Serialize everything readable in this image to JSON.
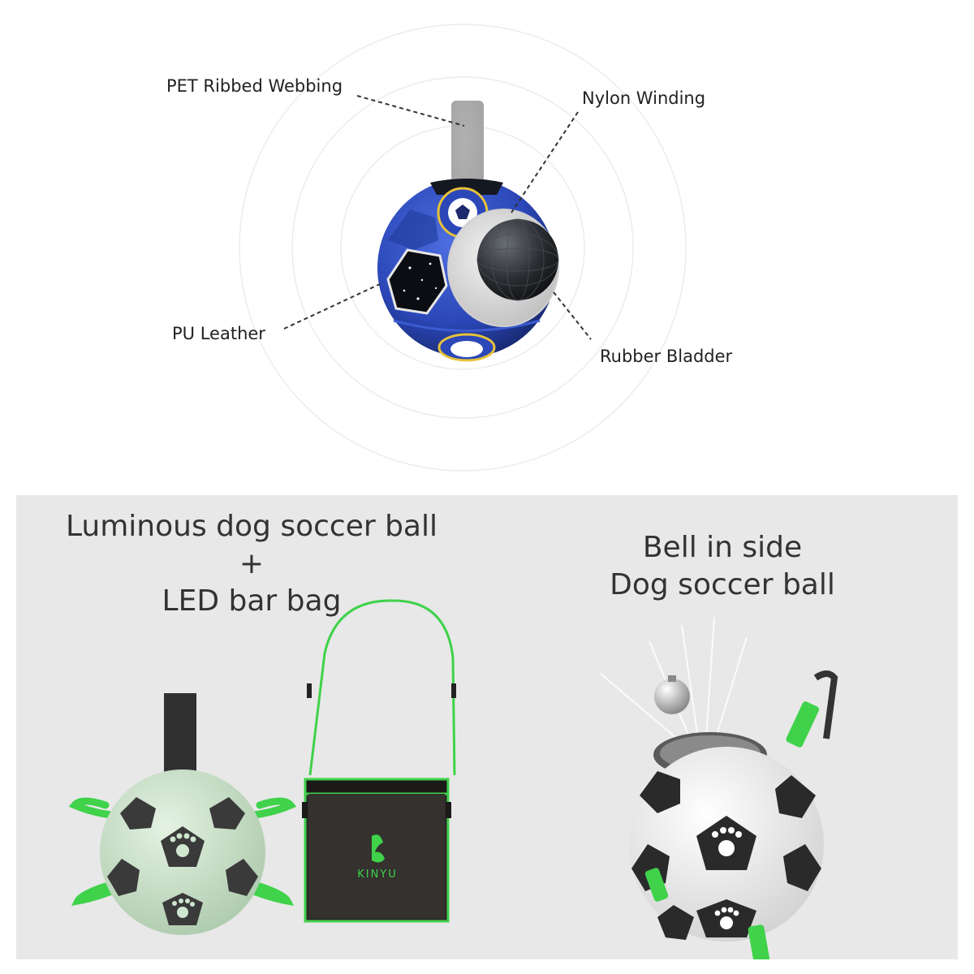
{
  "diagram": {
    "labels": {
      "pet_webbing": "PET Ribbed Webbing",
      "nylon_winding": "Nylon Winding",
      "pu_leather": "PU Leather",
      "rubber_bladder": "Rubber Bladder"
    }
  },
  "products": {
    "luminous": {
      "line1": "Luminous dog soccer ball",
      "line2": "+",
      "line3": "LED bar bag",
      "bag_brand": "KINYU"
    },
    "bell": {
      "line1": "Bell in side",
      "line2": "Dog soccer ball"
    }
  },
  "colors": {
    "ball_blue": "#2b47b8",
    "strap_green": "#3fd24a",
    "glow_ball": "#cfe6cf",
    "bag_dark": "#2c2a28",
    "panel_bg": "#e8e8e8"
  }
}
